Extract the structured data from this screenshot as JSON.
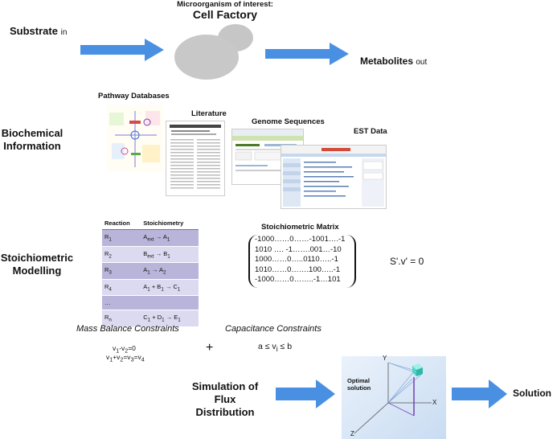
{
  "top": {
    "subtitle": "Microorganism of interest:",
    "title": "Cell Factory",
    "substrate": "Substrate",
    "substrate_sub": "in",
    "metabolites": "Metabolites",
    "metabolites_sub": "out"
  },
  "biochemical": {
    "label_line1": "Biochemical",
    "label_line2": "Information",
    "pathway": "Pathway Databases",
    "literature": "Literature",
    "genome": "Genome Sequences",
    "est": "EST Data"
  },
  "stoich": {
    "label_line1": "Stoichiometric",
    "label_line2": "Modelling",
    "table_headers": [
      "Reaction",
      "Stoichiometry"
    ],
    "matrix_title": "Stoichiometric Matrix",
    "matrix_rows": [
      "-1000……0……-1001….-1",
      "1010 …. -1…….001…-10",
      "1000……0…..0110…..-1",
      "1010……0…….100…..-1",
      "-1000……0……..-1…101"
    ],
    "equation": "S'.v' = 0"
  },
  "constraints": {
    "mass_balance": "Mass Balance Constraints",
    "mass_eq1": "v1-v2=0",
    "mass_eq2": "v1+v2=v3=v4",
    "plus": "+",
    "capacitance": "Capacitance Constraints",
    "cap_eq": "a ≤ vi ≤ b"
  },
  "simulation": {
    "label_line1": "Simulation of",
    "label_line2": "Flux",
    "label_line3": "Distribution",
    "optimal_line1": "Optimal",
    "optimal_line2": "solution",
    "axis_x": "X",
    "axis_y": "Y",
    "axis_z": "Z",
    "solution": "Solution"
  },
  "colors": {
    "arrow": "#4a90e2",
    "table_odd": "#b9b5da",
    "table_even": "#dcdaf0",
    "plot_bg": "#dbe9f7",
    "cell": "#c8c8c8"
  }
}
